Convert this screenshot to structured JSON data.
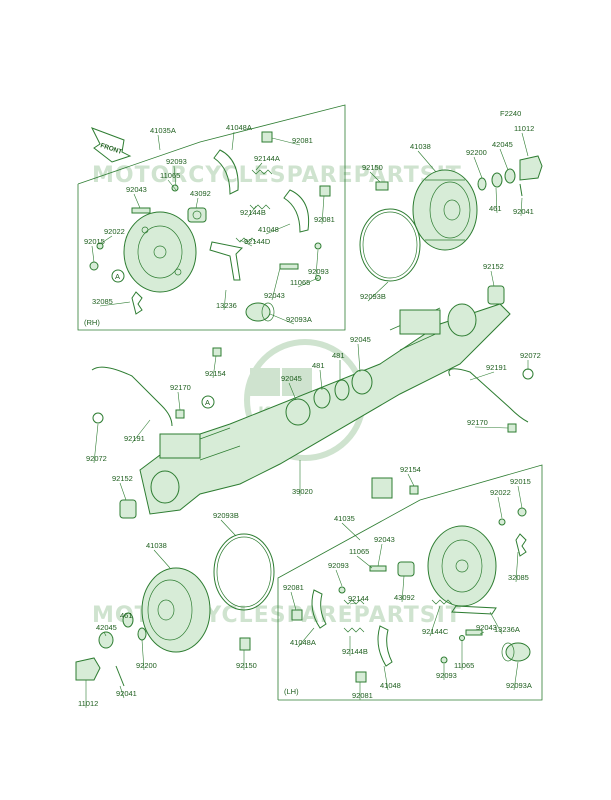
{
  "figure_code": "F2240",
  "front_arrow": "FRONT",
  "watermark_top": "MOTORCYCLESPAREPARTSIT",
  "watermark_bottom": "MOTORCYCLESPAREPARTSIT",
  "brand_logo": "Kawasaki",
  "rh_label": "(RH)",
  "lh_label": "(LH)",
  "ref_a": "A",
  "labels": [
    {
      "id": "l01",
      "text": "41035A"
    },
    {
      "id": "l02",
      "text": "41048A"
    },
    {
      "id": "l03",
      "text": "92081"
    },
    {
      "id": "l04",
      "text": "92093"
    },
    {
      "id": "l05",
      "text": "11065"
    },
    {
      "id": "l06",
      "text": "92144A"
    },
    {
      "id": "l07",
      "text": "92043"
    },
    {
      "id": "l08",
      "text": "43092"
    },
    {
      "id": "l09",
      "text": "92144B"
    },
    {
      "id": "l10",
      "text": "92081"
    },
    {
      "id": "l11",
      "text": "92022"
    },
    {
      "id": "l12",
      "text": "41048"
    },
    {
      "id": "l13",
      "text": "92144D"
    },
    {
      "id": "l14",
      "text": "92015"
    },
    {
      "id": "l15",
      "text": "92093"
    },
    {
      "id": "l16",
      "text": "11065"
    },
    {
      "id": "l17",
      "text": "92043"
    },
    {
      "id": "l18",
      "text": "13236"
    },
    {
      "id": "l19",
      "text": "32085"
    },
    {
      "id": "l20",
      "text": "92093A"
    },
    {
      "id": "l21",
      "text": "41038"
    },
    {
      "id": "l22",
      "text": "92150"
    },
    {
      "id": "l23",
      "text": "92200"
    },
    {
      "id": "l24",
      "text": "42045"
    },
    {
      "id": "l25",
      "text": "11012"
    },
    {
      "id": "l26",
      "text": "461"
    },
    {
      "id": "l27",
      "text": "92041"
    },
    {
      "id": "l28",
      "text": "92093B"
    },
    {
      "id": "l29",
      "text": "92152"
    },
    {
      "id": "l30",
      "text": "92154"
    },
    {
      "id": "l31",
      "text": "92045"
    },
    {
      "id": "l32",
      "text": "481"
    },
    {
      "id": "l33",
      "text": "92045"
    },
    {
      "id": "l34",
      "text": "481"
    },
    {
      "id": "l35",
      "text": "92072"
    },
    {
      "id": "l36",
      "text": "92170"
    },
    {
      "id": "l37",
      "text": "92191"
    },
    {
      "id": "l38",
      "text": "92191"
    },
    {
      "id": "l39",
      "text": "92170"
    },
    {
      "id": "l40",
      "text": "92072"
    },
    {
      "id": "l41",
      "text": "92152"
    },
    {
      "id": "l42",
      "text": "39020"
    },
    {
      "id": "l43",
      "text": "92154"
    },
    {
      "id": "l44",
      "text": "92022"
    },
    {
      "id": "l45",
      "text": "92015"
    },
    {
      "id": "l46",
      "text": "41035"
    },
    {
      "id": "l47",
      "text": "92093B"
    },
    {
      "id": "l48",
      "text": "92043"
    },
    {
      "id": "l49",
      "text": "11065"
    },
    {
      "id": "l50",
      "text": "41038"
    },
    {
      "id": "l51",
      "text": "92093"
    },
    {
      "id": "l52",
      "text": "32085"
    },
    {
      "id": "l53",
      "text": "92081"
    },
    {
      "id": "l54",
      "text": "92144"
    },
    {
      "id": "l55",
      "text": "43092"
    },
    {
      "id": "l56",
      "text": "41048A"
    },
    {
      "id": "l57",
      "text": "92144C"
    },
    {
      "id": "l58",
      "text": "13236A"
    },
    {
      "id": "l59",
      "text": "461"
    },
    {
      "id": "l60",
      "text": "92144B"
    },
    {
      "id": "l61",
      "text": "92043"
    },
    {
      "id": "l62",
      "text": "42045"
    },
    {
      "id": "l63",
      "text": "92200"
    },
    {
      "id": "l64",
      "text": "92150"
    },
    {
      "id": "l65",
      "text": "11065"
    },
    {
      "id": "l66",
      "text": "41048"
    },
    {
      "id": "l67",
      "text": "92093"
    },
    {
      "id": "l68",
      "text": "11012"
    },
    {
      "id": "l69",
      "text": "92041"
    },
    {
      "id": "l70",
      "text": "92081"
    },
    {
      "id": "l71",
      "text": "92093A"
    }
  ]
}
